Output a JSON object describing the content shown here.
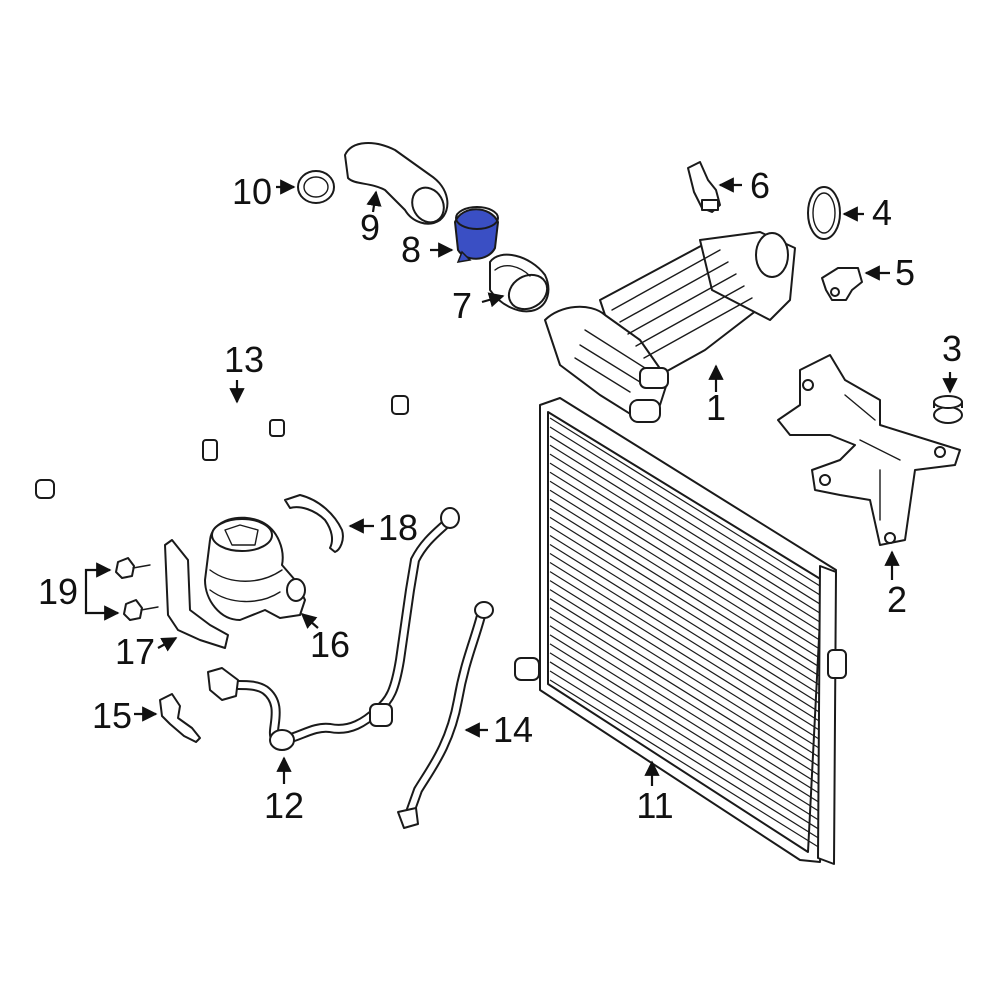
{
  "highlight_color": "#3a4fc4",
  "outline_color": "#1a1a1a",
  "callouts": {
    "c1": "1",
    "c2": "2",
    "c3": "3",
    "c4": "4",
    "c5": "5",
    "c6": "6",
    "c7": "7",
    "c8": "8",
    "c9": "9",
    "c10": "10",
    "c11": "11",
    "c12": "12",
    "c13": "13",
    "c14": "14",
    "c15": "15",
    "c16": "16",
    "c17": "17",
    "c18": "18",
    "c19": "19"
  },
  "highlighted_part": "8"
}
